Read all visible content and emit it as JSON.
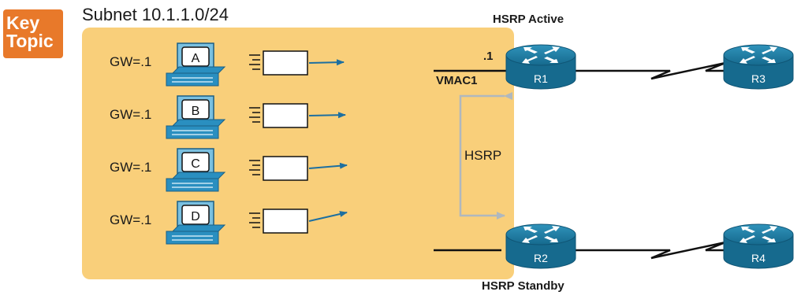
{
  "badge": {
    "line1": "Key",
    "line2": "Topic"
  },
  "subnet_label": "Subnet 10.1.1.0/24",
  "hosts": [
    {
      "letter": "A",
      "gateway": "GW=.1"
    },
    {
      "letter": "B",
      "gateway": "GW=.1"
    },
    {
      "letter": "C",
      "gateway": "GW=.1"
    },
    {
      "letter": "D",
      "gateway": "GW=.1"
    }
  ],
  "routers": {
    "r1": "R1",
    "r2": "R2",
    "r3": "R3",
    "r4": "R4"
  },
  "labels": {
    "active": "HSRP Active",
    "standby": "HSRP Standby",
    "ip": ".1",
    "vmac": "VMAC1",
    "hsrp": "HSRP"
  },
  "colors": {
    "subnet_bg": "#f9cf7a",
    "badge": "#e8792a",
    "router": "#1f7fa6",
    "host": "#2a8fc0",
    "arrow": "#1d6fa0",
    "hsrp_line": "#b0b8be"
  }
}
